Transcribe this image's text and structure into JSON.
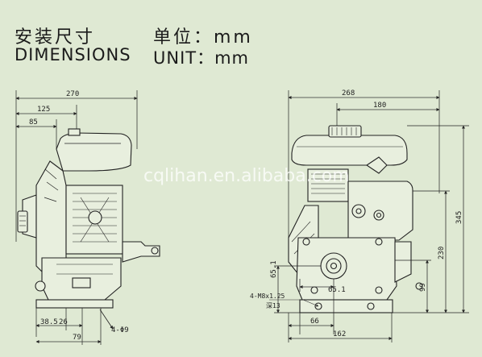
{
  "header": {
    "title_cn": "安装尺寸",
    "unit_cn": "单位：mm",
    "title_en": "DIMENSIONS",
    "unit_en": "UNIT：mm"
  },
  "watermark": "cqlihan.en.alibaba.com",
  "side_view": {
    "dims": {
      "overall_width": "270",
      "width_125": "125",
      "width_85": "85",
      "bottom_38_5": "38.5",
      "bottom_26": "26",
      "bottom_79": "79"
    },
    "hole_label": "4-Φ9"
  },
  "front_view": {
    "dims": {
      "overall_width": "268",
      "width_180": "180",
      "height_345": "345",
      "height_230": "230",
      "height_99": "99",
      "shaft_height": "65.1",
      "shaft_offset": "65.1",
      "bottom_66": "66",
      "bottom_162": "162"
    },
    "thread_label": "4-M8x1.25",
    "thread_sub": "深13"
  },
  "colors": {
    "background": "#dfe9d3",
    "line": "#222222",
    "dim_line": "#333333"
  }
}
